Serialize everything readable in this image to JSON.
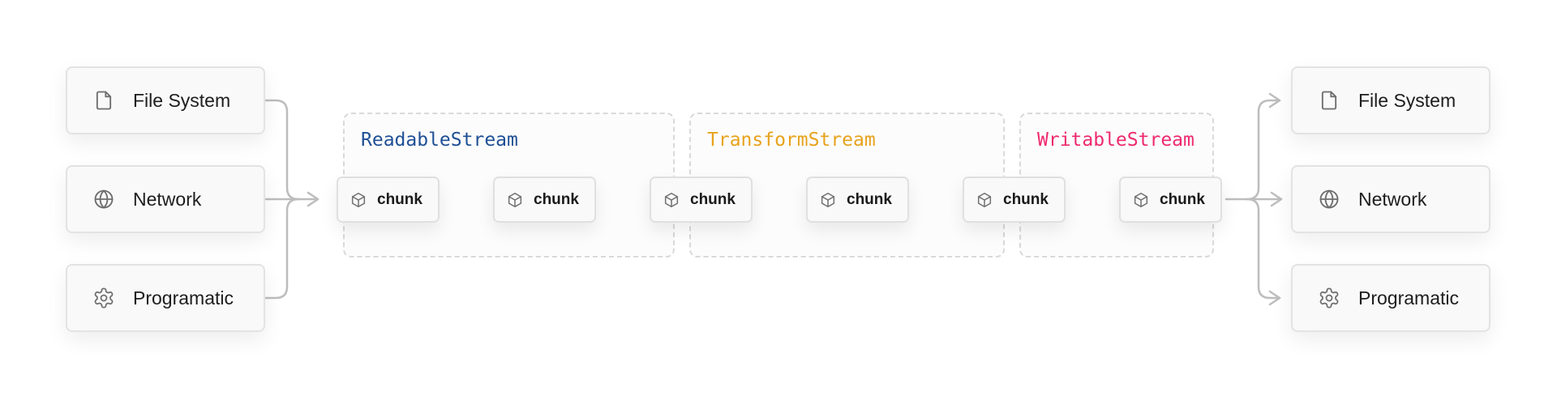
{
  "sources": [
    {
      "label": "File System",
      "icon": "file-icon"
    },
    {
      "label": "Network",
      "icon": "globe-icon"
    },
    {
      "label": "Programatic",
      "icon": "gear-icon"
    }
  ],
  "streams": [
    {
      "name": "ReadableStream",
      "color": "#1f4f96"
    },
    {
      "name": "TransformStream",
      "color": "#e8a21c"
    },
    {
      "name": "WritableStream",
      "color": "#ee2a6e"
    }
  ],
  "chunks": [
    "chunk",
    "chunk",
    "chunk",
    "chunk",
    "chunk",
    "chunk"
  ],
  "destinations": [
    {
      "label": "File System",
      "icon": "file-icon"
    },
    {
      "label": "Network",
      "icon": "globe-icon"
    },
    {
      "label": "Programatic",
      "icon": "gear-icon"
    }
  ],
  "colors": {
    "line": "#bdbdbd",
    "icon": "#6e6e6e"
  }
}
